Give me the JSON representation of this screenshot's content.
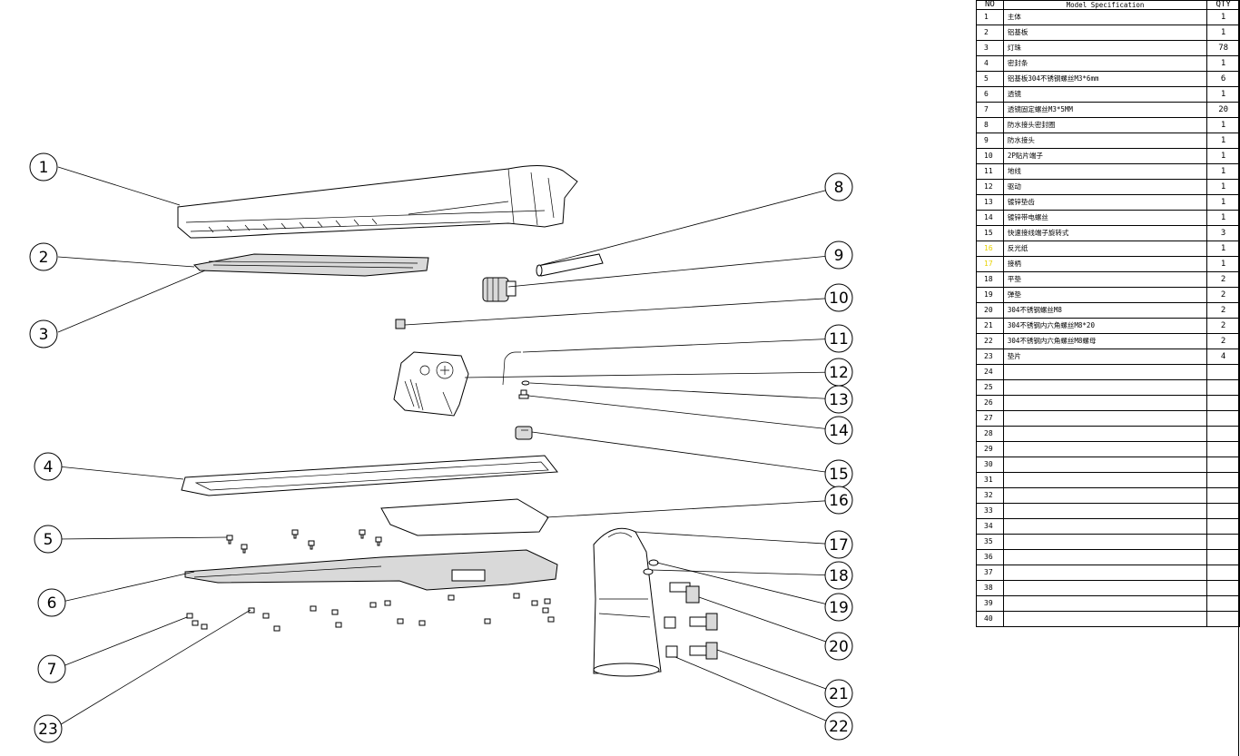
{
  "callouts": [
    "1",
    "2",
    "3",
    "4",
    "5",
    "6",
    "7",
    "8",
    "9",
    "10",
    "11",
    "12",
    "13",
    "14",
    "15",
    "16",
    "17",
    "18",
    "19",
    "20",
    "21",
    "22",
    "23"
  ],
  "bom": {
    "headers": {
      "no": "NO",
      "spec": "Model Specification",
      "qty": "QTY"
    },
    "rows": [
      {
        "no": "1",
        "spec": "主体",
        "qty": "1"
      },
      {
        "no": "2",
        "spec": "铝基板",
        "qty": "1"
      },
      {
        "no": "3",
        "spec": "灯珠",
        "qty": "78"
      },
      {
        "no": "4",
        "spec": "密封条",
        "qty": "1"
      },
      {
        "no": "5",
        "spec": "铝基板304不锈钢螺丝M3*6mm",
        "qty": "6"
      },
      {
        "no": "6",
        "spec": "透镜",
        "qty": "1"
      },
      {
        "no": "7",
        "spec": "透镜固定螺丝M3*5MM",
        "qty": "20"
      },
      {
        "no": "8",
        "spec": "防水接头密封圈",
        "qty": "1"
      },
      {
        "no": "9",
        "spec": "防水接头",
        "qty": "1"
      },
      {
        "no": "10",
        "spec": "2P贴片端子",
        "qty": "1"
      },
      {
        "no": "11",
        "spec": "地线",
        "qty": "1"
      },
      {
        "no": "12",
        "spec": "驱动",
        "qty": "1"
      },
      {
        "no": "13",
        "spec": "镀锌垫齿",
        "qty": "1"
      },
      {
        "no": "14",
        "spec": "镀锌带电螺丝",
        "qty": "1"
      },
      {
        "no": "15",
        "spec": "快速接线端子旋转式",
        "qty": "3"
      },
      {
        "no": "16",
        "spec": "反光纸",
        "qty": "1"
      },
      {
        "no": "17",
        "spec": "接柄",
        "qty": "1"
      },
      {
        "no": "18",
        "spec": "平垫",
        "qty": "2"
      },
      {
        "no": "19",
        "spec": "弹垫",
        "qty": "2"
      },
      {
        "no": "20",
        "spec": "304不锈钢螺丝M8",
        "qty": "2"
      },
      {
        "no": "21",
        "spec": "304不锈钢内六角螺丝M8*20",
        "qty": "2"
      },
      {
        "no": "22",
        "spec": "304不锈钢内六角螺丝M8螺母",
        "qty": "2"
      },
      {
        "no": "23",
        "spec": "垫片",
        "qty": "4"
      },
      {
        "no": "24",
        "spec": "",
        "qty": ""
      },
      {
        "no": "25",
        "spec": "",
        "qty": ""
      },
      {
        "no": "26",
        "spec": "",
        "qty": ""
      },
      {
        "no": "27",
        "spec": "",
        "qty": ""
      },
      {
        "no": "28",
        "spec": "",
        "qty": ""
      },
      {
        "no": "29",
        "spec": "",
        "qty": ""
      },
      {
        "no": "30",
        "spec": "",
        "qty": ""
      },
      {
        "no": "31",
        "spec": "",
        "qty": ""
      },
      {
        "no": "32",
        "spec": "",
        "qty": ""
      },
      {
        "no": "33",
        "spec": "",
        "qty": ""
      },
      {
        "no": "34",
        "spec": "",
        "qty": ""
      },
      {
        "no": "35",
        "spec": "",
        "qty": ""
      },
      {
        "no": "36",
        "spec": "",
        "qty": ""
      },
      {
        "no": "37",
        "spec": "",
        "qty": ""
      },
      {
        "no": "38",
        "spec": "",
        "qty": ""
      },
      {
        "no": "39",
        "spec": "",
        "qty": ""
      },
      {
        "no": "40",
        "spec": "",
        "qty": ""
      }
    ],
    "highlight_rows": [
      "16",
      "17"
    ],
    "highlight_color": "#e8d200"
  }
}
